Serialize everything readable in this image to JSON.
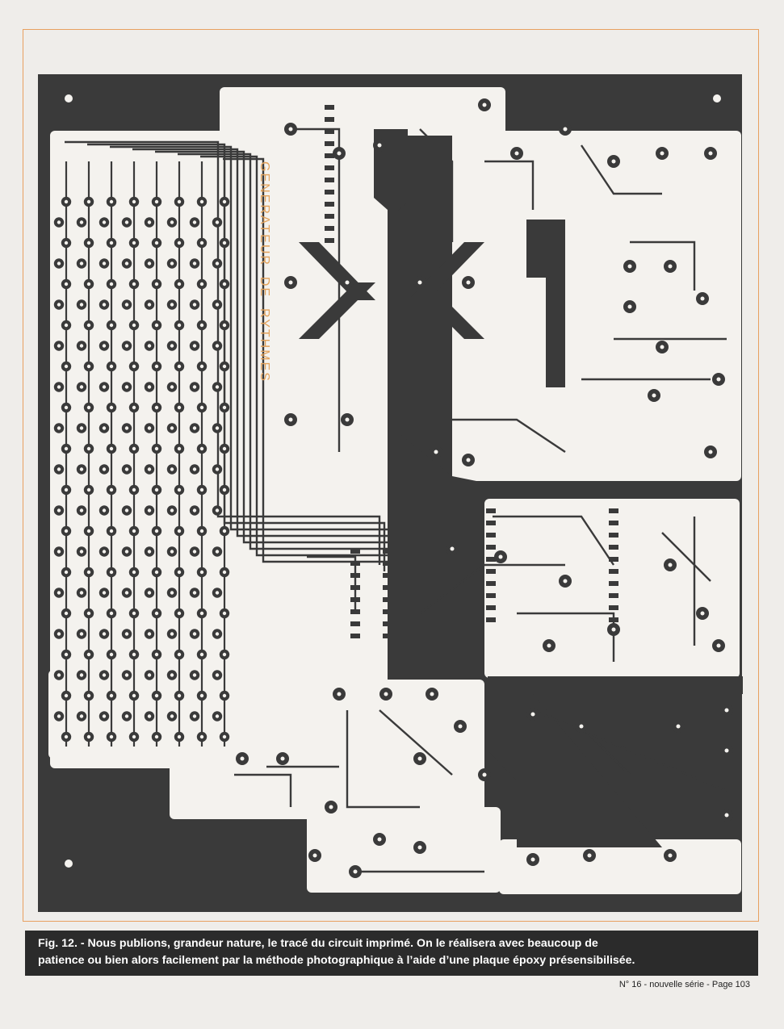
{
  "figure": {
    "board_label": "GENERATEUR  DE  RYTHMES",
    "ink_color": "#3a3a3a",
    "copper_color": "#f4f2ee",
    "label_color": "#e3a25b"
  },
  "caption": {
    "line1": "Fig. 12. - Nous publions, grandeur nature, le tracé du circuit imprimé. On le réalisera avec beaucoup de",
    "line2": "patience ou bien alors facilement par la méthode photographique à l’aide d’une plaque époxy présensibilisée."
  },
  "folio": "N° 16 - nouvelle série - Page 103"
}
